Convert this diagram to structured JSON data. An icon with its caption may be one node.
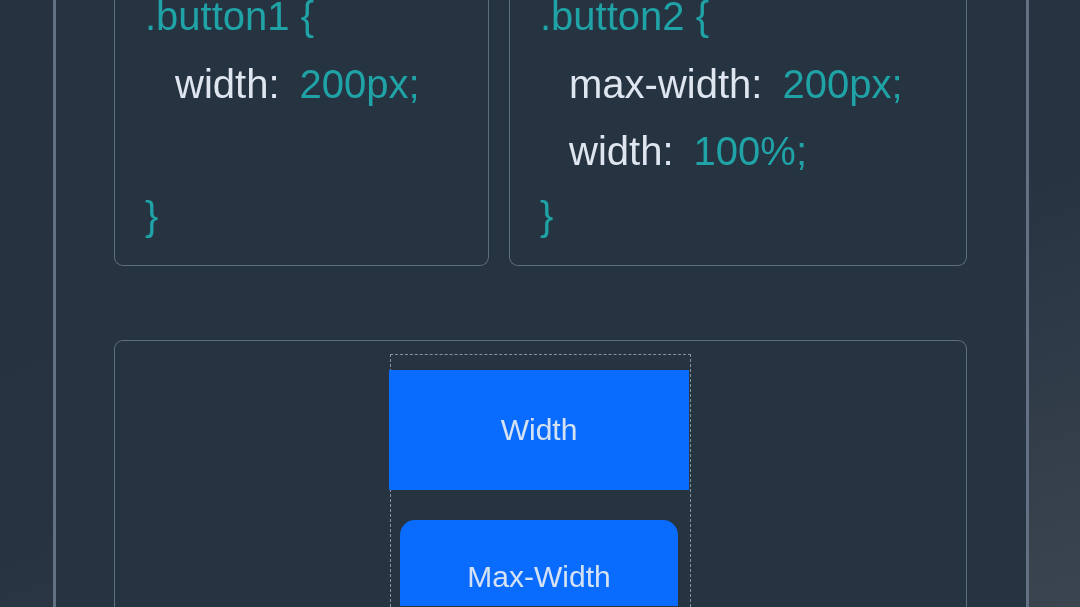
{
  "diagram": {
    "nodes": [
      {
        "text": [],
        "shape": "box"
      },
      {
        "text": [
          ".button1 {",
          "width: 200px;",
          "}"
        ],
        "in": 0
      },
      {
        "text": [
          ".button2 {",
          "max-width: 200px;",
          "width: 100%;",
          "}"
        ],
        "in": 0
      },
      {
        "text": [],
        "shape": "box",
        "in": 0
      },
      {
        "text": [],
        "shape": "box",
        "in": 3
      },
      {
        "text": [
          "Width"
        ],
        "in": 4
      },
      {
        "text": [
          "Max-Width"
        ],
        "in": 4
      }
    ],
    "edges": []
  }
}
